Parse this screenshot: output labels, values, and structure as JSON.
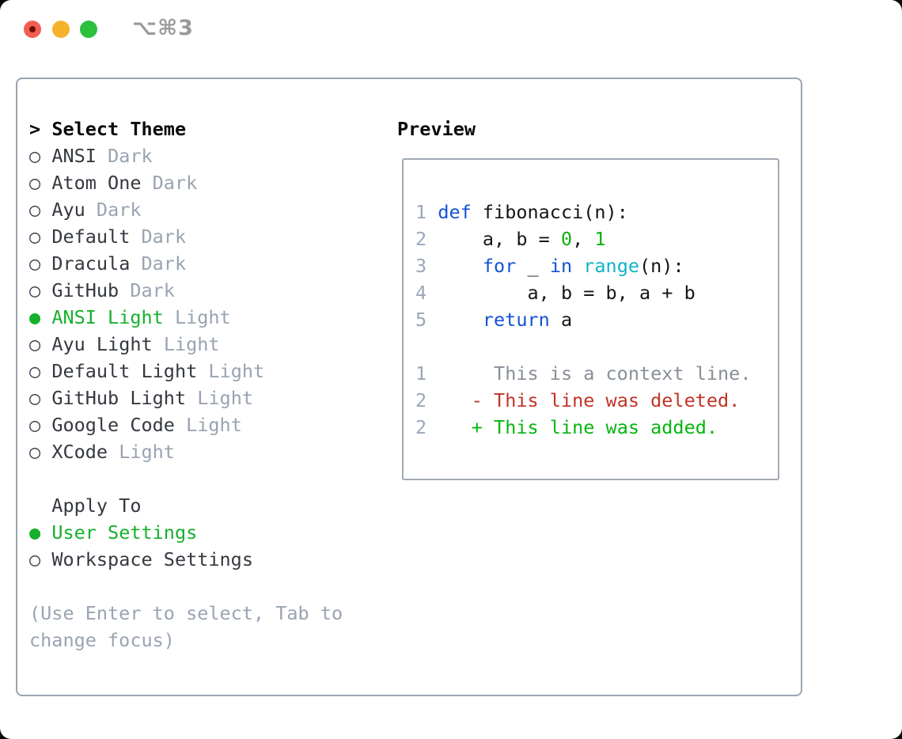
{
  "window": {
    "title": "⌥⌘3"
  },
  "theme_picker": {
    "prompt": ">",
    "title": "Select Theme",
    "bullet_selected": "●",
    "bullet_unselected": "○",
    "themes": [
      {
        "name": "ANSI",
        "variant": "Dark",
        "selected": false
      },
      {
        "name": "Atom One",
        "variant": "Dark",
        "selected": false
      },
      {
        "name": "Ayu",
        "variant": "Dark",
        "selected": false
      },
      {
        "name": "Default",
        "variant": "Dark",
        "selected": false
      },
      {
        "name": "Dracula",
        "variant": "Dark",
        "selected": false
      },
      {
        "name": "GitHub",
        "variant": "Dark",
        "selected": false
      },
      {
        "name": "ANSI Light",
        "variant": "Light",
        "selected": true
      },
      {
        "name": "Ayu Light",
        "variant": "Light",
        "selected": false
      },
      {
        "name": "Default Light",
        "variant": "Light",
        "selected": false
      },
      {
        "name": "GitHub Light",
        "variant": "Light",
        "selected": false
      },
      {
        "name": "Google Code",
        "variant": "Light",
        "selected": false
      },
      {
        "name": "XCode",
        "variant": "Light",
        "selected": false
      }
    ]
  },
  "apply_to": {
    "title": "Apply To",
    "options": [
      {
        "label": "User Settings",
        "selected": true
      },
      {
        "label": "Workspace Settings",
        "selected": false
      }
    ]
  },
  "hint": {
    "lines": [
      "(Use Enter to select, Tab to",
      "change focus)"
    ]
  },
  "preview": {
    "title": "Preview",
    "code_lines": [
      {
        "num": "1",
        "segments": [
          {
            "t": "def",
            "c": "keyword"
          },
          {
            "t": " fibonacci(n):",
            "c": "plain"
          }
        ]
      },
      {
        "num": "2",
        "segments": [
          {
            "t": "    a, b = ",
            "c": "plain"
          },
          {
            "t": "0",
            "c": "number"
          },
          {
            "t": ", ",
            "c": "plain"
          },
          {
            "t": "1",
            "c": "number"
          }
        ]
      },
      {
        "num": "3",
        "segments": [
          {
            "t": "    ",
            "c": "plain"
          },
          {
            "t": "for",
            "c": "keyword"
          },
          {
            "t": " _ ",
            "c": "plain"
          },
          {
            "t": "in",
            "c": "keyword"
          },
          {
            "t": " ",
            "c": "plain"
          },
          {
            "t": "range",
            "c": "builtin"
          },
          {
            "t": "(n):",
            "c": "plain"
          }
        ]
      },
      {
        "num": "4",
        "segments": [
          {
            "t": "        a, b = b, a + b",
            "c": "plain"
          }
        ]
      },
      {
        "num": "5",
        "segments": [
          {
            "t": "    ",
            "c": "plain"
          },
          {
            "t": "return",
            "c": "keyword"
          },
          {
            "t": " a",
            "c": "plain"
          }
        ]
      }
    ],
    "diff_lines": [
      {
        "num": "1",
        "segments": [
          {
            "t": "     This is a context line.",
            "c": "context"
          }
        ]
      },
      {
        "num": "2",
        "segments": [
          {
            "t": "   ",
            "c": "plain"
          },
          {
            "t": "- This line was deleted.",
            "c": "deleted"
          }
        ]
      },
      {
        "num": "2",
        "segments": [
          {
            "t": "   ",
            "c": "plain"
          },
          {
            "t": "+ This line was added.",
            "c": "added"
          }
        ]
      }
    ]
  },
  "colors": {
    "selected_green": "#16b02c",
    "keyword_blue": "#1353d6",
    "builtin_cyan": "#10b3c6",
    "number_green": "#0cb00c",
    "diff_red": "#c23325",
    "diff_green": "#06b50f",
    "muted_gray": "#99a3b2",
    "line_number_gray": "#9aa7ba",
    "panel_border": "#9ba5b1"
  }
}
